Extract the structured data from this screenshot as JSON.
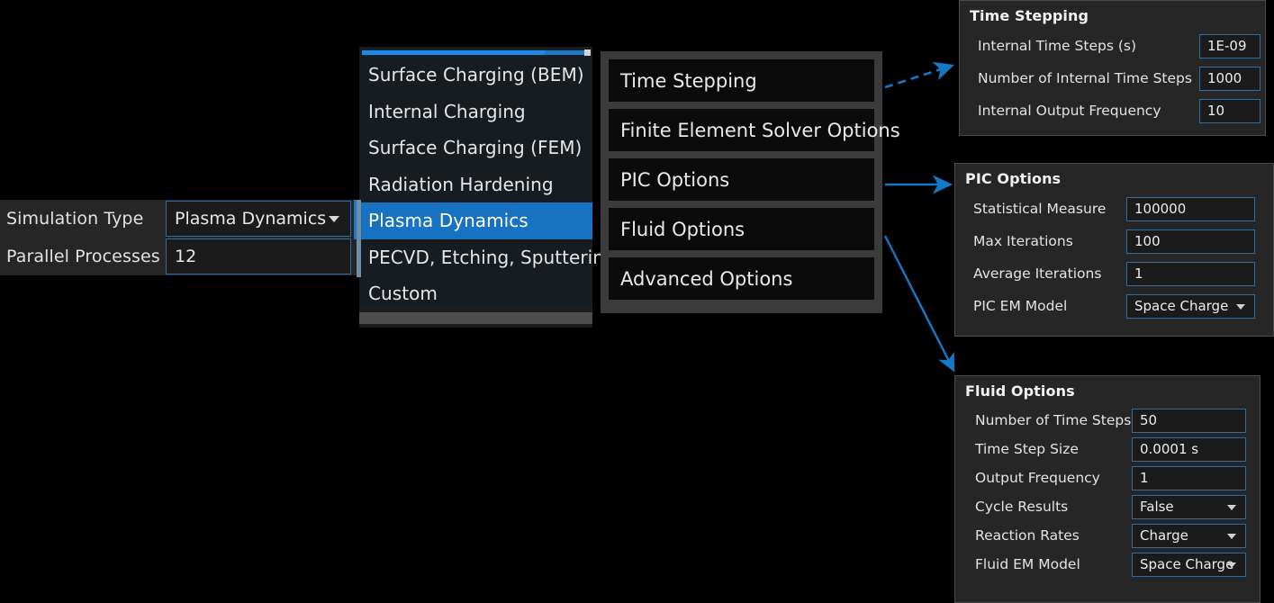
{
  "left_form": {
    "rows": [
      {
        "label": "Simulation Type",
        "value": "Plasma Dynamics",
        "control": "dropdown"
      },
      {
        "label": "Parallel Processes",
        "value": "12",
        "control": "text"
      }
    ]
  },
  "simulation_type_dropdown": {
    "options": [
      "Surface Charging (BEM)",
      "Internal Charging",
      "Surface Charging (FEM)",
      "Radiation Hardening",
      "Plasma Dynamics",
      "PECVD, Etching, Sputtering",
      "Custom"
    ],
    "selected": "Plasma Dynamics",
    "selected_index": 4
  },
  "options_menu": {
    "items": [
      "Time Stepping",
      "Finite Element Solver Options",
      "PIC Options",
      "Fluid Options",
      "Advanced Options"
    ]
  },
  "panels": {
    "time_stepping": {
      "title": "Time Stepping",
      "rows": [
        {
          "label": "Internal Time Steps (s)",
          "value": "1E-09",
          "control": "text"
        },
        {
          "label": "Number of Internal Time Steps",
          "value": "1000",
          "control": "text"
        },
        {
          "label": "Internal Output Frequency",
          "value": "10",
          "control": "text"
        }
      ]
    },
    "pic_options": {
      "title": "PIC Options",
      "rows": [
        {
          "label": "Statistical Measure",
          "value": "100000",
          "control": "text"
        },
        {
          "label": "Max Iterations",
          "value": "100",
          "control": "text"
        },
        {
          "label": "Average Iterations",
          "value": "1",
          "control": "text"
        },
        {
          "label": "PIC EM Model",
          "value": "Space Charge",
          "control": "dropdown"
        }
      ]
    },
    "fluid_options": {
      "title": "Fluid Options",
      "rows": [
        {
          "label": "Number of Time Steps",
          "value": "50",
          "control": "text"
        },
        {
          "label": "Time Step Size",
          "value": "0.0001 s",
          "control": "text"
        },
        {
          "label": "Output Frequency",
          "value": "1",
          "control": "text"
        },
        {
          "label": "Cycle Results",
          "value": "False",
          "control": "dropdown"
        },
        {
          "label": "Reaction Rates",
          "value": "Charge",
          "control": "dropdown"
        },
        {
          "label": "Fluid EM Model",
          "value": "Space Charge",
          "control": "dropdown"
        }
      ]
    }
  },
  "connectors": [
    {
      "from": "Time Stepping",
      "to": "Time Stepping panel",
      "style": "dashed"
    },
    {
      "from": "PIC Options",
      "to": "PIC Options panel",
      "style": "solid"
    },
    {
      "from": "Fluid Options",
      "to": "Fluid Options panel",
      "style": "solid"
    }
  ],
  "colors": {
    "accent_blue": "#1b79c8",
    "arrow_blue": "#1479c4",
    "input_border": "#2e6ca4",
    "panel_bg": "#262626",
    "page_bg": "#000000"
  }
}
